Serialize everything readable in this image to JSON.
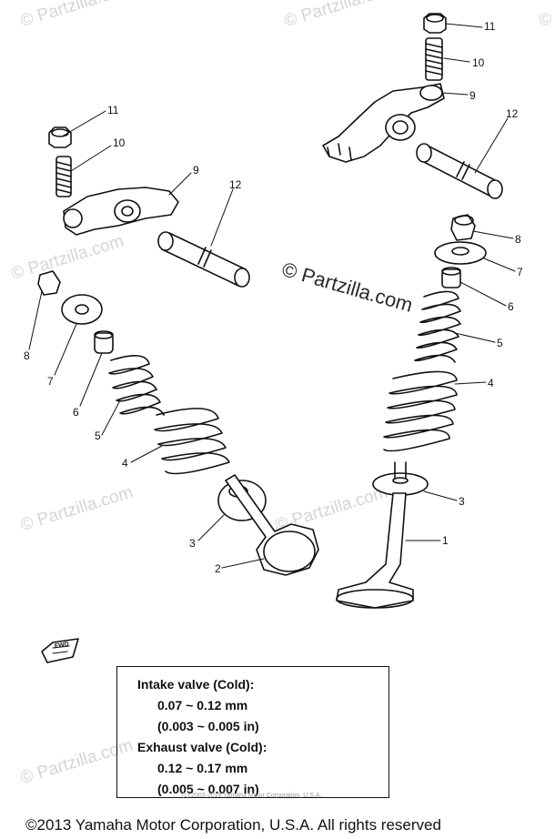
{
  "watermark": {
    "text": "© Partzilla.com",
    "main": "© Partzilla.com"
  },
  "callouts": [
    "1",
    "2",
    "3",
    "4",
    "5",
    "6",
    "7",
    "8",
    "9",
    "10",
    "11",
    "12"
  ],
  "fwd_label": "FWD",
  "spec": {
    "intake_heading": "Intake valve (Cold):",
    "intake_mm": "0.07 ~ 0.12 mm",
    "intake_in": "(0.003 ~ 0.005 in)",
    "exhaust_heading": "Exhaust valve (Cold):",
    "exhaust_mm": "0.12 ~ 0.17 mm",
    "exhaust_in": "(0.005 ~ 0.007 in)"
  },
  "small_copyright": "(c) 2003-2018 Yamaha Motor Corporation, U.S.A.",
  "copyright": "©2013 Yamaha Motor Corporation, U.S.A. All rights reserved"
}
